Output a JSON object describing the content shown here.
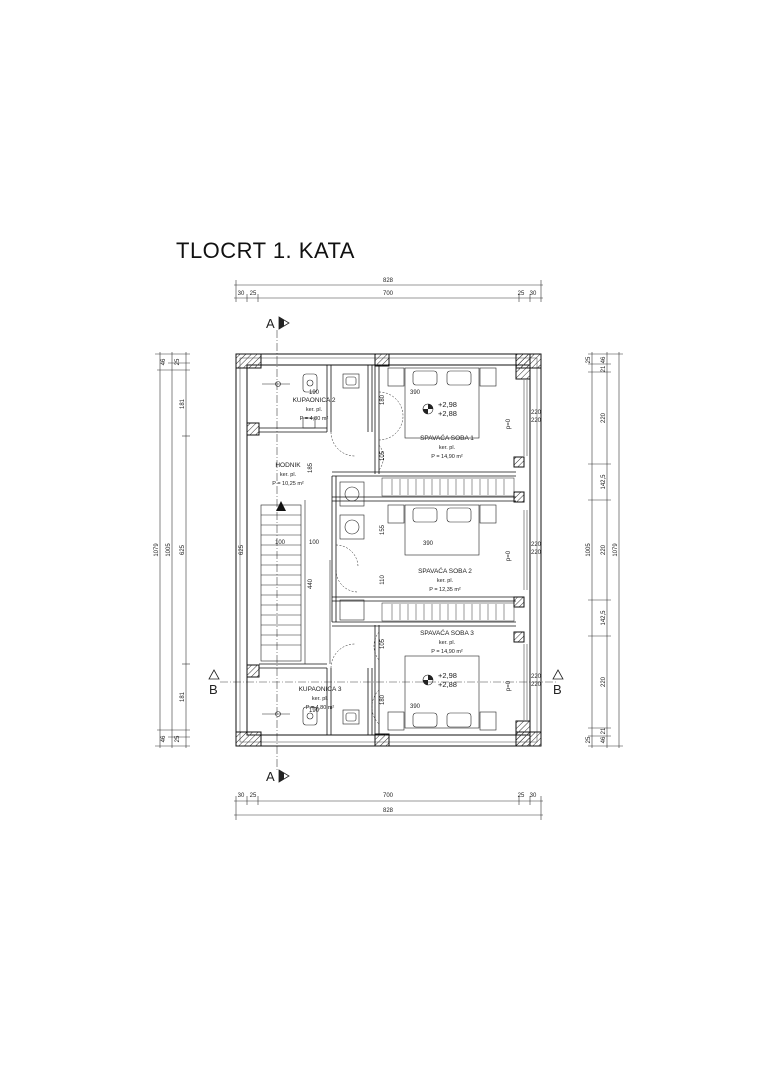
{
  "title": "TLOCRT  1. KATA",
  "dimensions": {
    "top_total": "828",
    "top_inner": "700",
    "top_left_a": "30",
    "top_left_b": "25",
    "top_right_a": "25",
    "top_right_b": "30",
    "bottom_total": "828",
    "bottom_inner": "700",
    "bottom_left_a": "30",
    "bottom_left_b": "25",
    "bottom_right_a": "25",
    "bottom_right_b": "30",
    "left_total": "1079",
    "left_inner": "1005",
    "left_seg1": "181",
    "left_seg2": "625",
    "left_seg3": "181",
    "left_top_a": "46",
    "left_top_b": "25",
    "left_bot_a": "46",
    "left_bot_b": "25",
    "right_total": "1079",
    "right_inner": "1005",
    "right_seg1": "220",
    "right_seg2": "142,5",
    "right_seg3": "220",
    "right_seg4": "142,5",
    "right_seg5": "220",
    "right_top_a": "25",
    "right_top_b": "46",
    "right_top_c": "21",
    "right_bot_a": "25",
    "right_bot_b": "46",
    "right_bot_c": "21"
  },
  "sections": {
    "a_top": "A",
    "a_bottom": "A",
    "b_left": "B",
    "b_right": "B"
  },
  "rooms": {
    "kupaonica2": {
      "name": "KUPAONICA 2",
      "floor": "ker. pl.",
      "area": "P = 4,80 m²"
    },
    "hodnik": {
      "name": "HODNIK",
      "floor": "ker. pl.",
      "area": "P = 10,25 m²"
    },
    "soba1": {
      "name": "SPAVAĆA SOBA 1",
      "floor": "ker. pl.",
      "area": "P = 14,90 m²"
    },
    "soba2": {
      "name": "SPAVAĆA SOBA 2",
      "floor": "ker. pl.",
      "area": "P = 12,35 m²"
    },
    "soba3": {
      "name": "SPAVAĆA SOBA 3",
      "floor": "ker. pl.",
      "area": "P = 14,90 m²"
    },
    "kupaonica3": {
      "name": "KUPAONICA 3",
      "floor": "ker. pl.",
      "area": "P = 4,80 m²"
    }
  },
  "levels": {
    "room1_upper": "+2,98",
    "room1_lower": "+2,88",
    "room3_upper": "+2,98",
    "room3_lower": "+2,88"
  },
  "inner_labels": {
    "room1_width": "390",
    "room2_width": "390",
    "room3_width": "390",
    "stair_width": "100",
    "corridor_width": "100",
    "stair_length": "440",
    "corridor_door": "185",
    "door_180a": "180",
    "door_105a": "105",
    "door_155": "155",
    "door_110": "110",
    "door_105b": "105",
    "door_180b": "180",
    "left_625": "625",
    "win_220a": "220",
    "win_220b": "220",
    "win_220c": "220",
    "win_220d": "220",
    "win_220e": "220",
    "win_220f": "220",
    "sill1": "p=0",
    "sill2": "p=0",
    "sill3": "p=0",
    "bath2_top": "190",
    "bath3_bot": "190"
  }
}
